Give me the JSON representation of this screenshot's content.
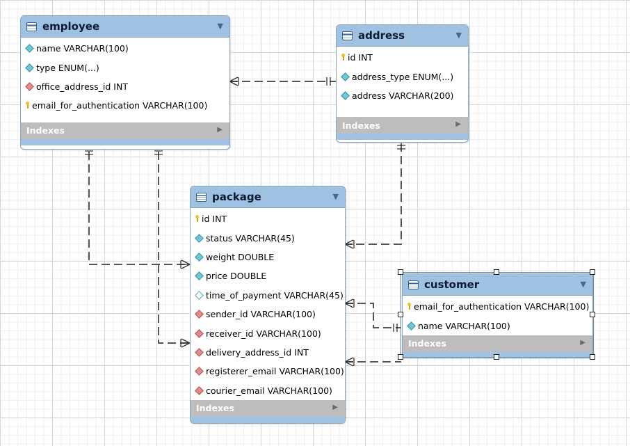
{
  "tables": {
    "employee": {
      "title": "employee",
      "columns": [
        {
          "icon": "not-null-diamond-icon",
          "text": "name VARCHAR(100)"
        },
        {
          "icon": "not-null-diamond-icon",
          "text": "type ENUM(...)"
        },
        {
          "icon": "foreign-key-diamond-icon",
          "text": "office_address_id INT"
        },
        {
          "icon": "primary-key-icon",
          "text": "email_for_authentication VARCHAR(100)"
        }
      ],
      "indexes_label": "Indexes"
    },
    "address": {
      "title": "address",
      "columns": [
        {
          "icon": "primary-key-icon",
          "text": "id INT"
        },
        {
          "icon": "not-null-diamond-icon",
          "text": "address_type ENUM(...)"
        },
        {
          "icon": "not-null-diamond-icon",
          "text": "address VARCHAR(200)"
        }
      ],
      "indexes_label": "Indexes"
    },
    "package": {
      "title": "package",
      "columns": [
        {
          "icon": "primary-key-icon",
          "text": "id INT"
        },
        {
          "icon": "not-null-diamond-icon",
          "text": "status VARCHAR(45)"
        },
        {
          "icon": "not-null-diamond-icon",
          "text": "weight DOUBLE"
        },
        {
          "icon": "not-null-diamond-icon",
          "text": "price DOUBLE"
        },
        {
          "icon": "nullable-diamond-icon",
          "text": "time_of_payment VARCHAR(45)"
        },
        {
          "icon": "foreign-key-diamond-icon",
          "text": "sender_id VARCHAR(100)"
        },
        {
          "icon": "foreign-key-diamond-icon",
          "text": "receiver_id VARCHAR(100)"
        },
        {
          "icon": "foreign-key-diamond-icon",
          "text": "delivery_address_id INT"
        },
        {
          "icon": "foreign-key-diamond-icon",
          "text": "registerer_email VARCHAR(100)"
        },
        {
          "icon": "foreign-key-diamond-icon",
          "text": "courier_email VARCHAR(100)"
        }
      ],
      "indexes_label": "Indexes"
    },
    "customer": {
      "title": "customer",
      "columns": [
        {
          "icon": "primary-key-icon",
          "text": "email_for_authentication VARCHAR(100)"
        },
        {
          "icon": "not-null-diamond-icon",
          "text": "name VARCHAR(100)"
        }
      ],
      "indexes_label": "Indexes"
    }
  },
  "colors": {
    "header": "#9fc2e3",
    "indexes_bar": "#bdbdbd",
    "connector": "#555555"
  }
}
